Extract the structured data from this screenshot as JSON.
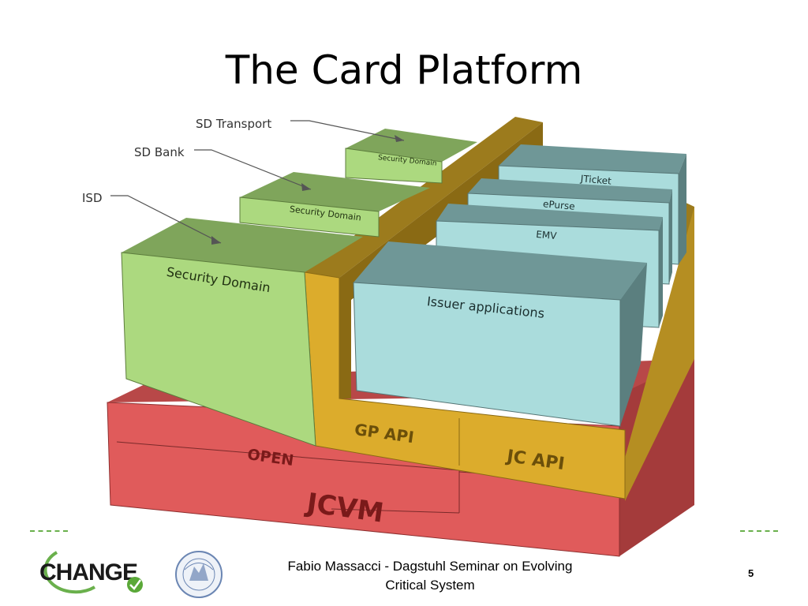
{
  "title": "The Card Platform",
  "callouts": {
    "sd_transport": "SD Transport",
    "sd_bank": "SD Bank",
    "isd": "ISD"
  },
  "blocks": {
    "sd_transport_label": "Security Domain",
    "sd_bank_label": "Security Domain",
    "isd_label": "Security Domain",
    "jticket": "JTicket",
    "epurse": "ePurse",
    "emv": "EMV",
    "issuer": "Issuer applications",
    "gp_api": "GP API",
    "jc_api": "JC API",
    "open": "OPEN",
    "jcvm": "JCVM"
  },
  "colors": {
    "green_front": "#acd97f",
    "green_top": "#7fa55b",
    "teal_front": "#aadcdc",
    "teal_top": "#6f9797",
    "gold": "#dcac2c",
    "gold_dark": "#9c7b1d",
    "red": "#e05b5b",
    "red_dark": "#a43b3b",
    "accent_green": "#6ab04c"
  },
  "footer": {
    "line1": "Fabio Massacci - Dagstuhl Seminar on Evolving",
    "line2": "Critical System",
    "page": "5",
    "logo_text": "CHANGE"
  }
}
